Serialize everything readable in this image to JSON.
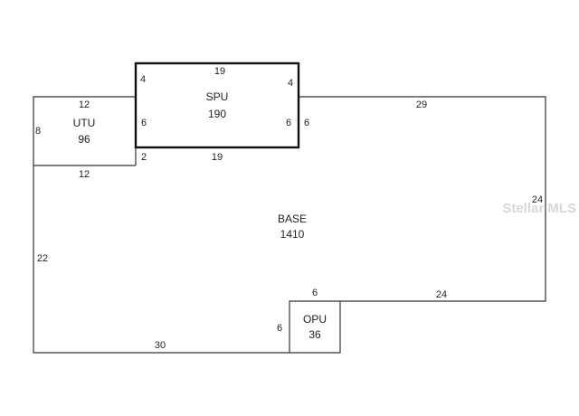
{
  "areas": {
    "base": {
      "name": "BASE",
      "value": "1410"
    },
    "spu": {
      "name": "SPU",
      "value": "190"
    },
    "utu": {
      "name": "UTU",
      "value": "96"
    },
    "opu": {
      "name": "OPU",
      "value": "36"
    }
  },
  "dimensions": {
    "spu_top": "19",
    "spu_left_upper": "4",
    "spu_right_upper": "4",
    "spu_left_lower": "6",
    "spu_right_lower": "6",
    "spu_bottom": "19",
    "base_right_of_spu": "6",
    "base_left_gap": "2",
    "base_top_right": "29",
    "base_right": "24",
    "base_left": "22",
    "base_bottom": "30",
    "base_bottom_right": "24",
    "utu_top": "12",
    "utu_left": "8",
    "utu_bottom": "12",
    "opu_top": "6",
    "opu_left": "6"
  },
  "watermark": {
    "text": "Stellar MLS"
  }
}
